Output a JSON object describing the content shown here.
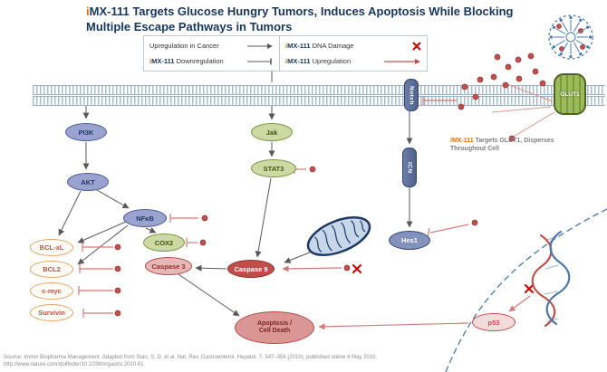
{
  "drug": {
    "i": "i",
    "body": "MX-111"
  },
  "title": {
    "rest": "MX-111 Targets Glucose Hungry Tumors, Induces Apoptosis While Blocking",
    "line2": "Multiple Escape Pathways in Tumors"
  },
  "legend": {
    "upregulation_cancer": "Upregulation in Cancer",
    "downregulation_suffix": " Downregulation",
    "dna_damage_suffix": " DNA Damage",
    "upregulation_suffix": " Upregulation"
  },
  "nodes": {
    "pi3k": "PI3K",
    "akt": "AKT",
    "nfkb": "NFκB",
    "jak": "Jak",
    "stat3": "STAT3",
    "cox2": "COX2",
    "caspase3": "Caspase 3",
    "caspase9": "Caspase 9",
    "bclxl": "BCL-xL",
    "bcl2": "BCL2",
    "cmyc": "c-myc",
    "survivin": "Survivin",
    "apoptosis_line1": "Apoptosis /",
    "apoptosis_line2": "Cell Death",
    "p53": "p53",
    "hes1": "Hes1",
    "notch": "Notch",
    "icn": "ICN",
    "glut1": "GLUT1"
  },
  "annotation": {
    "suffix": " Targets GLUT1, Disperses",
    "line2": "Throughout Cell"
  },
  "source": {
    "line1": "Source: Immix Biopharma Management. Adapted from Stan, S. D. et al. Nat. Rev. Gastroenterol. Hepatol. 7, 347–356 (2010); published online 4 May 2010.",
    "line2": "http://www.nature.com/doifinder/10.1038/nrgastro.2010.61"
  },
  "colors": {
    "accent_orange": "#e36c09",
    "title_navy": "#17365d",
    "imx_red": "#c0504d"
  }
}
